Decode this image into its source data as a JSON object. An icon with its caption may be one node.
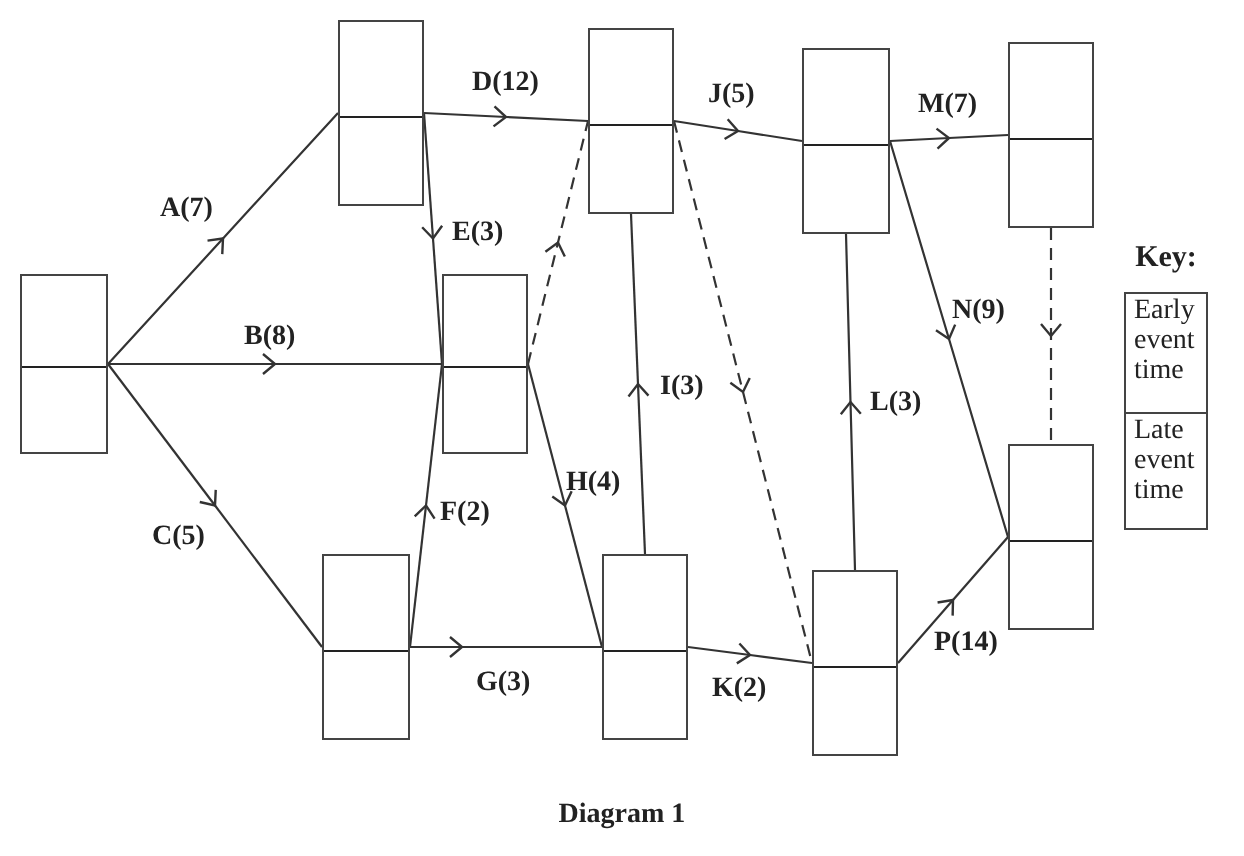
{
  "diagram": {
    "caption": "Diagram 1",
    "nodes": [
      {
        "text": [],
        "shape": "box"
      },
      {
        "text": [],
        "shape": "box"
      },
      {
        "text": [],
        "shape": "box"
      },
      {
        "text": [],
        "shape": "box"
      },
      {
        "text": [],
        "shape": "box"
      },
      {
        "text": [],
        "shape": "box"
      },
      {
        "text": [],
        "shape": "box"
      },
      {
        "text": [],
        "shape": "box"
      },
      {
        "text": [],
        "shape": "box"
      },
      {
        "text": [],
        "shape": "box"
      },
      {
        "text": [
          "Key:",
          "Early event time",
          "Late event time"
        ]
      }
    ],
    "edges": [
      {
        "from": 0,
        "to": 1,
        "arrow": "to",
        "label": "A(7)"
      },
      {
        "from": 0,
        "to": 2,
        "arrow": "to",
        "label": "B(8)"
      },
      {
        "from": 0,
        "to": 3,
        "arrow": "to",
        "label": "C(5)"
      },
      {
        "from": 1,
        "to": 4,
        "arrow": "to",
        "label": "D(12)"
      },
      {
        "from": 1,
        "to": 2,
        "arrow": "to",
        "label": "E(3)"
      },
      {
        "from": 2,
        "to": 4,
        "arrow": "to",
        "style": "dashed"
      },
      {
        "from": 3,
        "to": 2,
        "arrow": "to",
        "label": "F(2)"
      },
      {
        "from": 3,
        "to": 5,
        "arrow": "to",
        "label": "G(3)"
      },
      {
        "from": 2,
        "to": 5,
        "arrow": "to",
        "label": "H(4)"
      },
      {
        "from": 5,
        "to": 4,
        "arrow": "to",
        "label": "I(3)"
      },
      {
        "from": 4,
        "to": 6,
        "arrow": "to",
        "label": "J(5)"
      },
      {
        "from": 4,
        "to": 7,
        "arrow": "to",
        "style": "dashed"
      },
      {
        "from": 5,
        "to": 7,
        "arrow": "to",
        "label": "K(2)"
      },
      {
        "from": 7,
        "to": 6,
        "arrow": "to",
        "label": "L(3)"
      },
      {
        "from": 6,
        "to": 8,
        "arrow": "to",
        "label": "M(7)"
      },
      {
        "from": 6,
        "to": 9,
        "arrow": "to",
        "label": "N(9)"
      },
      {
        "from": 8,
        "to": 9,
        "arrow": "to",
        "style": "dashed"
      },
      {
        "from": 7,
        "to": 9,
        "arrow": "to",
        "label": "P(14)"
      }
    ]
  }
}
